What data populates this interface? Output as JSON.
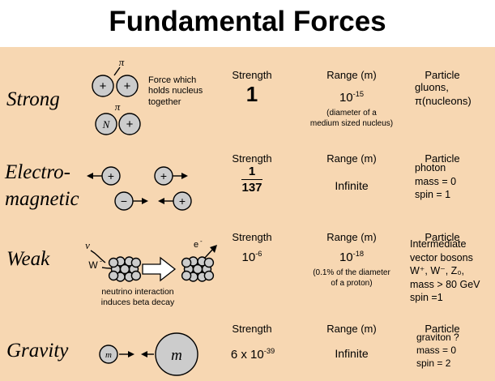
{
  "title": "Fundamental Forces",
  "headers": {
    "strength": "Strength",
    "range": "Range (m)",
    "particle": "Particle"
  },
  "strong": {
    "label": "Strong",
    "diagram": {
      "pi": "π",
      "plus": "+",
      "n": "N",
      "caption": "Force which holds nucleus together"
    },
    "strength": "1",
    "range": {
      "base": "10",
      "exp": "-15",
      "note1": "(diameter of a",
      "note2": "medium sized nucleus)"
    },
    "particle": {
      "line1": "gluons,",
      "line2": "π(nucleons)"
    }
  },
  "electromagnetic": {
    "label_line1": "Electro-",
    "label_line2": "magnetic",
    "diagram": {
      "plus": "+",
      "minus": "−"
    },
    "strength": {
      "numerator": "1",
      "denominator": "137"
    },
    "range": "Infinite",
    "particle": {
      "line1": "photon",
      "line2": "mass = 0",
      "line3": "spin = 1"
    }
  },
  "weak": {
    "label": "Weak",
    "diagram": {
      "nu": "ν",
      "w": "W",
      "w_sup": "-",
      "e": "e",
      "e_sup": "-",
      "caption1": "neutrino interaction",
      "caption2": "induces beta decay"
    },
    "strength": {
      "base": "10",
      "exp": "-6"
    },
    "range": {
      "base": "10",
      "exp": "-18",
      "note1": "(0.1% of the diameter",
      "note2": "of a proton)"
    },
    "particle": {
      "line1": "Intermediate",
      "line2": "vector bosons",
      "line3": "W⁺, W⁻, Z₀,",
      "line4": "mass > 80 GeV",
      "line5": "spin =1"
    }
  },
  "gravity": {
    "label": "Gravity",
    "diagram": {
      "m_small": "m",
      "m_large": "m"
    },
    "strength": {
      "base": "6 x 10",
      "exp": "-39"
    },
    "range": "Infinite",
    "particle": {
      "line1": "graviton ?",
      "line2": "mass = 0",
      "line3": "spin = 2"
    }
  },
  "colors": {
    "background": "#f7d7b2",
    "title_background": "#ffffff",
    "text": "#000000",
    "nucleon_fill": "#cccccc"
  }
}
